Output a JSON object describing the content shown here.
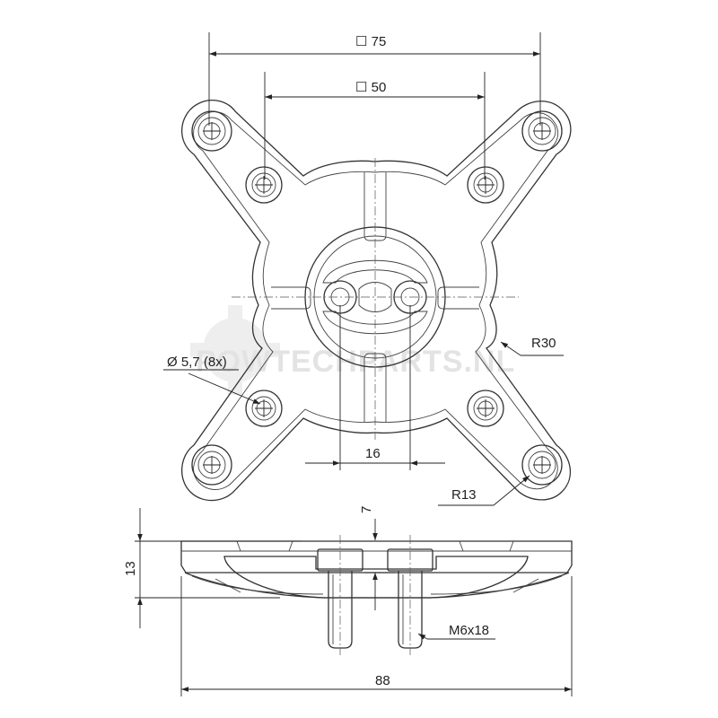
{
  "watermark": {
    "text": "POWTECHPARTS.NL"
  },
  "dimensions": {
    "outer_square": "☐ 75",
    "inner_square": "☐ 50",
    "radius_outer": "R30",
    "hole": "Ø 5,7 (8x)",
    "bolt_spacing": "16",
    "radius_arm": "R13",
    "height_small": "7",
    "height_total": "13",
    "bolt": "M6x18",
    "width": "88"
  }
}
